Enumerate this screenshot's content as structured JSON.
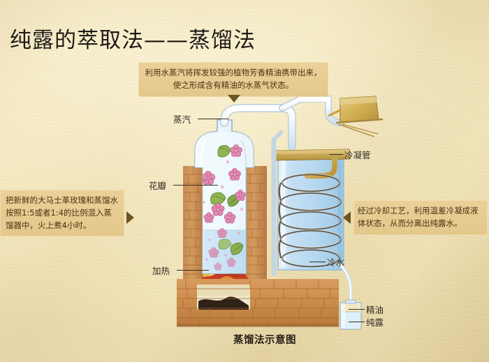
{
  "title": "纯露的萃取法——蒸馏法",
  "caption": "蒸馏法示意图",
  "notes": {
    "top": "利用水蒸汽将挥发较强的植物芳香精油携带出来，使之形成含有精油的水蒸气状态。",
    "left": "把新鲜的大马士革玫瑰和蒸馏水按照1:5或者1:4的比例混入蒸馏器中，火上煮4小时。",
    "right": "经过冷却工艺，利用温差冷凝成液体状态，从而分离出纯露水。"
  },
  "callouts": {
    "steam": "蒸汽",
    "petals": "花瓣",
    "heating": "加热",
    "condenser": "冷凝管",
    "cold_water": "冷水",
    "essential_oil": "精油",
    "hydrosol": "纯露"
  },
  "colors": {
    "paper": "#ecdcae",
    "note_bg": "#e3c588",
    "arrow": "#6e5423",
    "ink": "#2b2217",
    "flask_glass": "#eef6fb",
    "water": "#bcd9ee",
    "brick": "#c98a4e",
    "flame": "#c0392b",
    "brass": "#c8a13c"
  },
  "diagram": {
    "type": "process-illustration",
    "subject": "steam distillation apparatus",
    "parts": [
      "flask with rose petals and water",
      "brick furnace with flames",
      "steam outlet pipe",
      "condenser column filled with cold water",
      "spiral condenser coil",
      "collection bottle with essential oil and hydrosol layers"
    ]
  }
}
